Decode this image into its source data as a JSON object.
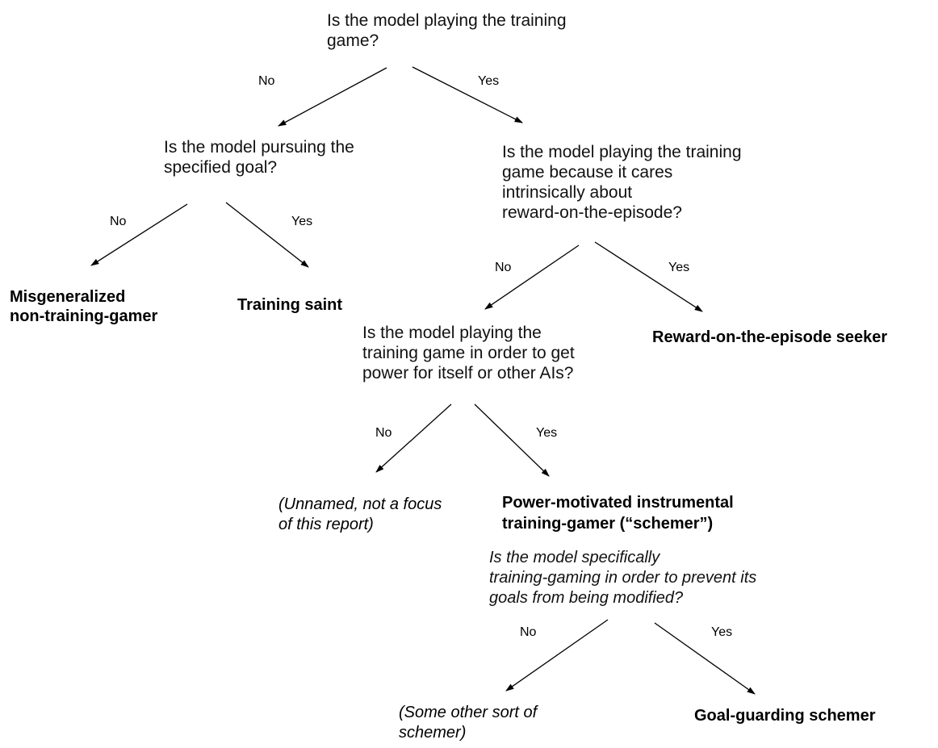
{
  "diagram": {
    "type": "decision-tree",
    "nodes": {
      "q1": "Is the model playing the training\ngame?",
      "q2": "Is the model pursuing the\nspecified goal?",
      "q3": "Is the model playing the training\ngame because it cares\nintrinsically about\nreward-on-the-episode?",
      "q4": "Is the model playing the\ntraining game in order to get\npower for itself or other AIs?",
      "q5": "Is the model specifically\ntraining-gaming in order to prevent its\ngoals from being modified?",
      "leaf_misgeneralized": "Misgeneralized\nnon-training-gamer",
      "leaf_saint": "Training saint",
      "leaf_reward_seeker": "Reward-on-the-episode seeker",
      "leaf_unnamed": "(Unnamed, not a focus\nof this report)",
      "leaf_schemer": "Power-motivated instrumental\ntraining-gamer (“schemer”)",
      "leaf_other_schemer": "(Some other sort of\nschemer)",
      "leaf_goal_guarding": "Goal-guarding schemer"
    },
    "edge_labels": {
      "no": "No",
      "yes": "Yes"
    },
    "edges": [
      {
        "from": "q1",
        "to": "q2",
        "label": "No"
      },
      {
        "from": "q1",
        "to": "q3",
        "label": "Yes"
      },
      {
        "from": "q2",
        "to": "leaf_misgeneralized",
        "label": "No"
      },
      {
        "from": "q2",
        "to": "leaf_saint",
        "label": "Yes"
      },
      {
        "from": "q3",
        "to": "q4",
        "label": "No"
      },
      {
        "from": "q3",
        "to": "leaf_reward_seeker",
        "label": "Yes"
      },
      {
        "from": "q4",
        "to": "leaf_unnamed",
        "label": "No"
      },
      {
        "from": "q4",
        "to": "leaf_schemer",
        "label": "Yes"
      },
      {
        "from": "q5",
        "to": "leaf_other_schemer",
        "label": "No"
      },
      {
        "from": "q5",
        "to": "leaf_goal_guarding",
        "label": "Yes"
      }
    ]
  }
}
